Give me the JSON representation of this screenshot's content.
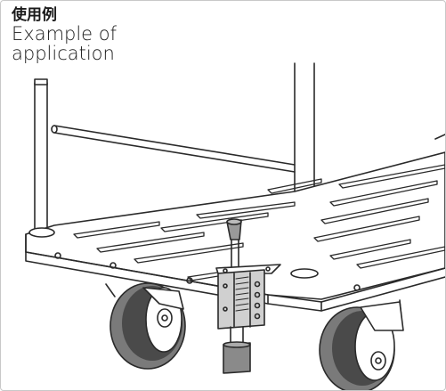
{
  "caption": {
    "title_ja": "使用例",
    "title_en_line1": "Example of",
    "title_en_line2": "application"
  },
  "colors": {
    "line": "#2a2a2a",
    "fill": "#ffffff",
    "wheel": "#7a7a7a",
    "wheel_dark": "#4a4a4a",
    "stopper": "#9a9a9a",
    "frame_border": "#c8c8c8"
  },
  "icons": [
    "hand-truck-illustration",
    "foot-stopper-icon",
    "caster-wheel-icon"
  ]
}
